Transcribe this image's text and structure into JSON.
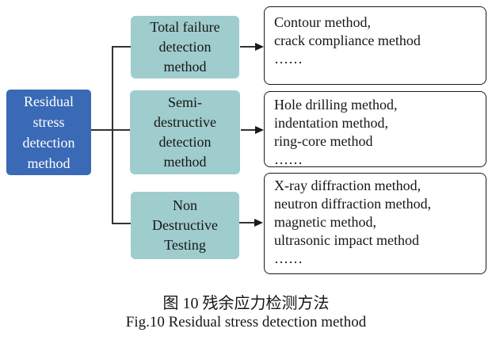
{
  "diagram": {
    "root": {
      "label": "Residual\nstress\ndetection\nmethod",
      "fill": "#3a6ab6",
      "text_color": "#ffffff"
    },
    "branches": [
      {
        "label": "Total failure\ndetection\nmethod",
        "methods": "Contour method,\ncrack compliance method\n……"
      },
      {
        "label": "Semi-\ndestructive\ndetection\nmethod",
        "methods": "Hole drilling method,\nindentation method,\nring-core method\n……"
      },
      {
        "label": "Non\nDestructive\nTesting",
        "methods": "X-ray diffraction method,\nneutron diffraction method,\nmagnetic method,\nultrasonic impact method\n……"
      }
    ],
    "branch_fill": "#9fcccc",
    "line_color": "#333333",
    "detail_border_color": "#1a1a1a"
  },
  "caption": {
    "zh": "图 10 残余应力检测方法",
    "en": "Fig.10 Residual stress detection method"
  }
}
